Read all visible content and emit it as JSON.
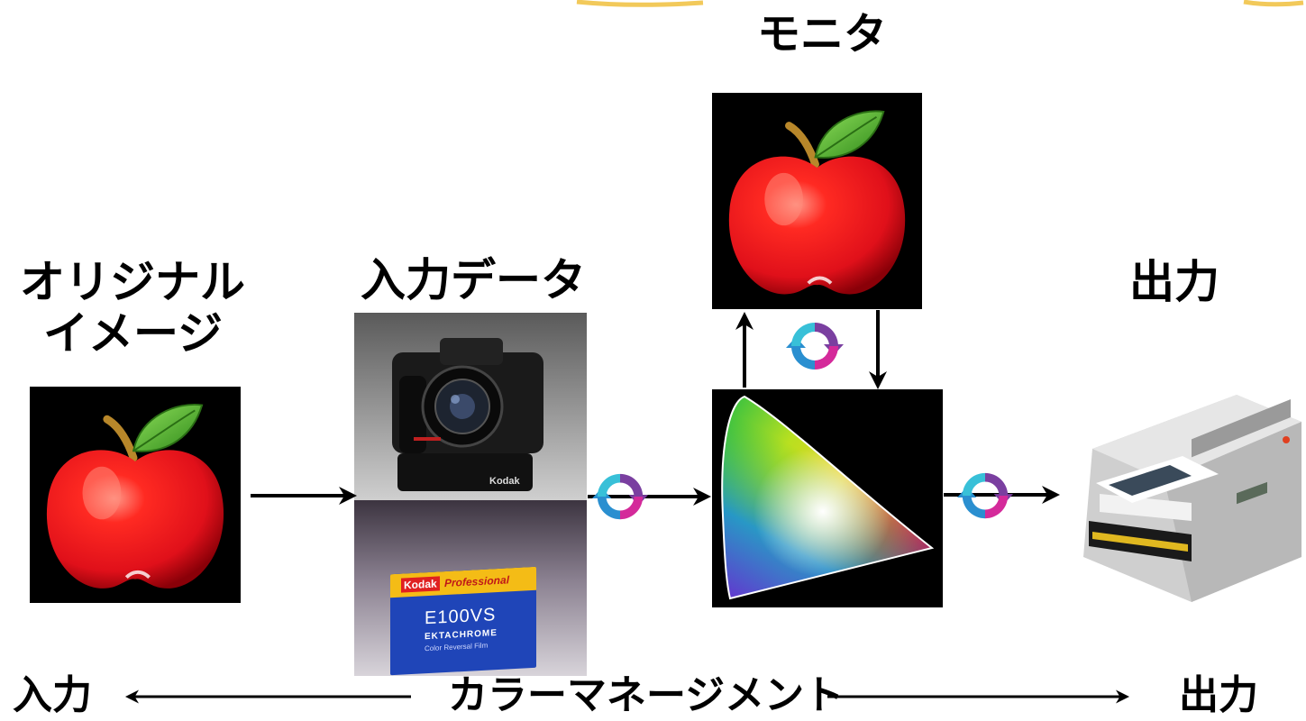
{
  "labels": {
    "monitor": "モニタ",
    "original_line1": "オリジナル",
    "original_line2": "イメージ",
    "input_data": "入力データ",
    "output": "出力",
    "bottom_input": "入力",
    "color_management": "カラーマネージメント",
    "bottom_output": "出力"
  },
  "film_box": {
    "brand": "Kodak",
    "line": "Professional",
    "product_code": "E100VS",
    "product_name": "EKTACHROME",
    "subtitle": "Color Reversal Film"
  },
  "camera": {
    "brand": "Kodak"
  },
  "colors": {
    "background": "#ffffff",
    "panel": "#000000",
    "apple_red": "#e8141a",
    "leaf_green": "#4caf2a",
    "arrow": "#000000",
    "cycle_blue": "#2a8fd0",
    "cycle_purple": "#7a3fa0",
    "cycle_magenta": "#d42a9a",
    "cycle_cyan": "#38c0d8"
  },
  "icons": [
    "apple-icon",
    "camera-icon",
    "film-box-icon",
    "cie-gamut-icon",
    "printer-icon",
    "color-cycle-icon",
    "arrow-icon"
  ]
}
